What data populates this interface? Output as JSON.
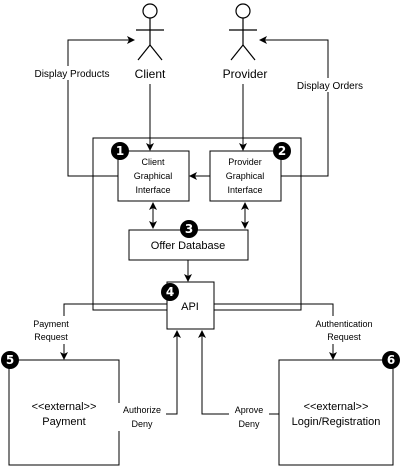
{
  "actors": {
    "client": "Client",
    "provider": "Provider"
  },
  "boxes": {
    "client_gui": [
      "Client",
      "Graphical",
      "Interface"
    ],
    "provider_gui": [
      "Provider",
      "Graphical",
      "Interface"
    ],
    "offer_db": "Offer Database",
    "api": "API",
    "payment": [
      "<<external>>",
      "Payment"
    ],
    "login": [
      "<<external>>",
      "Login/Registration"
    ]
  },
  "edge_labels": {
    "display_products": "Display Products",
    "display_orders": "Display Orders",
    "payment_request": [
      "Payment",
      "Request"
    ],
    "authentication_request": [
      "Authentication",
      "Request"
    ],
    "authorize_deny": [
      "Authorize",
      "Deny"
    ],
    "aprove_deny": [
      "Aprove",
      "Deny"
    ]
  },
  "badges": [
    "1",
    "2",
    "3",
    "4",
    "5",
    "6"
  ],
  "colors": {
    "stroke": "#000000",
    "badge_fill": "#000000",
    "badge_text": "#ffffff",
    "background": "#ffffff"
  }
}
